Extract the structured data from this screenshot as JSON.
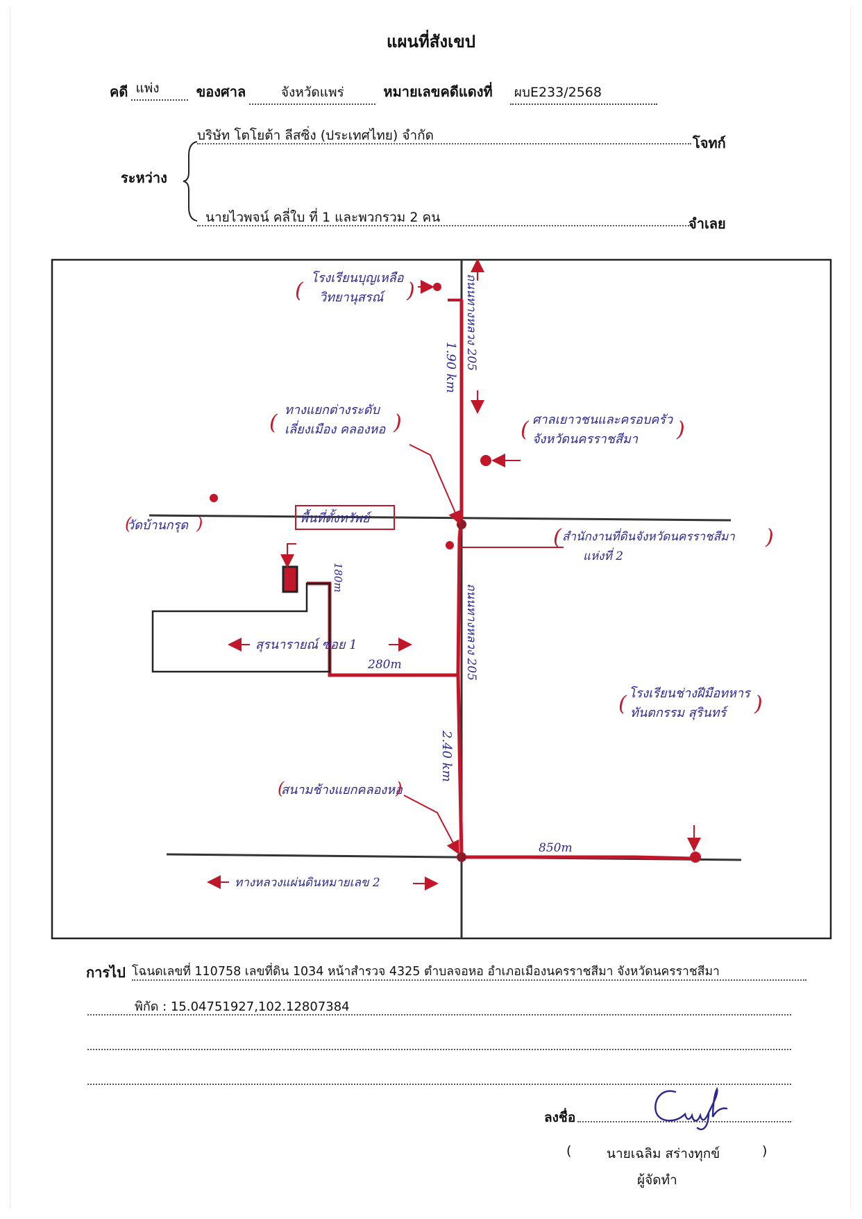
{
  "title": "แผนที่สังเขป",
  "case_line": {
    "case_label": "คดี",
    "case_type": "แพ่ง",
    "court_label": "ของศาล",
    "court_name": "จังหวัดแพร่",
    "red_no_label": "หมายเลขคดีแดงที่",
    "red_no": "ผบE233/2568"
  },
  "parties": {
    "between_label": "ระหว่าง",
    "plaintiff": "บริษัท โตโยต้า ลีสซิ่ง (ประเทศไทย) จำกัด",
    "plaintiff_role": "โจทก์",
    "defendant": "นายไวพจน์ คลี่ใบ ที่ 1 และพวกรวม 2 คน",
    "defendant_role": "จำเลย"
  },
  "map": {
    "labels": {
      "school_top_l1": "โรงเรียนบุญเหลือ",
      "school_top_l2": "วิทยานุสรณ์",
      "road205_top": "ถนนทางหลวง 205",
      "dist_top": "1.90 km",
      "intersection_l1": "ทางแยกต่างระดับ",
      "intersection_l2": "เลี่ยงเมือง คลองหอ",
      "court_l1": "ศาลเยาวชนและครอบครัว",
      "court_l2": "จังหวัดนครราชสีมา",
      "temple": "วัดบ้านกรุด",
      "target_area": "พื้นที่ตั้งทรัพย์",
      "land_office_l1": "สำนักงานที่ดินจังหวัดนครราชสีมา",
      "land_office_l2": "แห่งที่ 2",
      "dist_side": "180m",
      "dist_lane": "280m",
      "road205_mid": "ถนนทางหลวง 205",
      "soi": "สุรนารายณ์ ซอย 1",
      "dist_mid": "2.40 km",
      "stadium": "สนามช้างแยกคลองหอ",
      "school_br_l1": "โรงเรียนช่างฝีมือทหาร",
      "school_br_l2": "ทันตกรรม สุรินทร์",
      "dist_bottom": "850m",
      "highway2": "ทางหลวงแผ่นดินหมายเลข 2"
    }
  },
  "directions": {
    "label": "การไป",
    "line1": "โฉนดเลขที่ 110758 เลขที่ดิน 1034 หน้าสำรวจ 4325 ตำบลจอหอ อำเภอเมืองนครราชสีมา จังหวัดนครราชสีมา",
    "line2": "พิกัด : 15.04751927,102.12807384"
  },
  "signature": {
    "sign_label": "ลงชื่อ",
    "name": "นายเฉลิม  สร่างทุกข์",
    "open_paren": "(",
    "close_paren": ")",
    "role": "ผู้จัดทำ"
  },
  "colors": {
    "ink_blue": "#2c2a8c",
    "ink_red": "#c0182a",
    "map_line": "#333333"
  }
}
